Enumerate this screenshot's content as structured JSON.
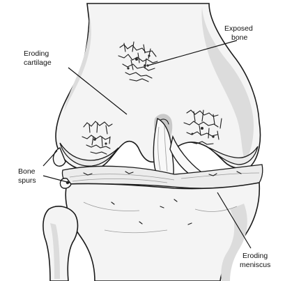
{
  "diagram": {
    "labels": {
      "exposed_bone": [
        "Exposed",
        "bone"
      ],
      "eroding_cartilage": [
        "Eroding",
        "cartilage"
      ],
      "bone_spurs": [
        "Bone",
        "spurs"
      ],
      "eroding_meniscus": [
        "Eroding",
        "meniscus"
      ]
    }
  }
}
